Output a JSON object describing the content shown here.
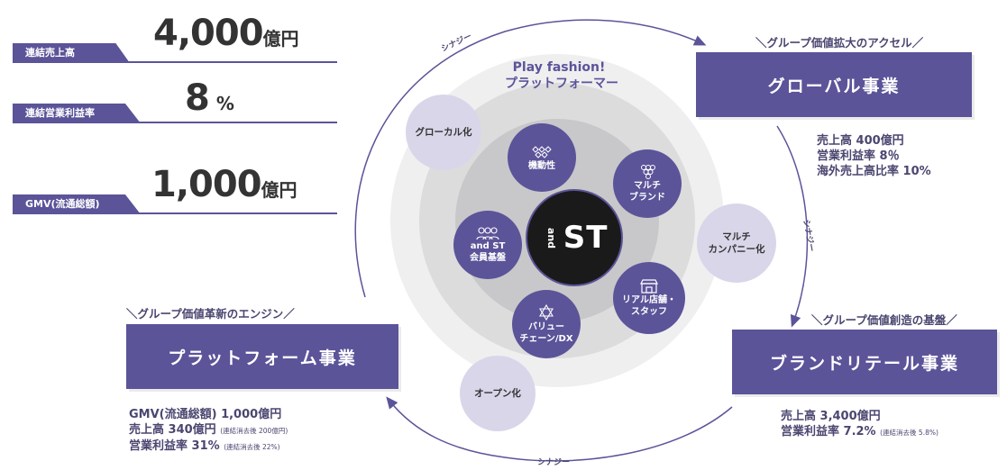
{
  "kpis": {
    "sales_label": "連結売上高",
    "sales_value": "4,000",
    "sales_unit": "億円",
    "margin_label": "連結営業利益率",
    "margin_value": "8",
    "margin_unit": "%",
    "gmv_label": "GMV(流通総額)",
    "gmv_value": "1,000",
    "gmv_unit": "億円"
  },
  "center": {
    "title_en": "Play fashion!",
    "title_jp": "プラットフォーマー",
    "logo_small": "and",
    "logo_big": "ST"
  },
  "inner_circles": {
    "mobility": "機動性",
    "multi_brand_1": "マルチ",
    "multi_brand_2": "ブランド",
    "real_store_1": "リアル店舗・",
    "real_store_2": "スタッフ",
    "value_chain_1": "バリュー",
    "value_chain_2": "チェーン/DX",
    "member_1": "and ST",
    "member_2": "会員基盤"
  },
  "outer_circles": {
    "glocal": "グローカル化",
    "multi_company_1": "マルチ",
    "multi_company_2": "カンパニー化",
    "open": "オープン化"
  },
  "synergy": "シナジー",
  "global": {
    "tagline": "＼グループ価値拡大のアクセル／",
    "title": "グローバル事業",
    "stat1": "売上高 400億円",
    "stat2": "営業利益率 8％",
    "stat3": "海外売上高比率 10%"
  },
  "platform": {
    "tagline": "＼グループ価値革新のエンジン／",
    "title": "プラットフォーム事業",
    "stat1": "GMV(流通総額) 1,000億円",
    "stat2": "売上高 340億円",
    "stat2_note": "(連結消去後 200億円)",
    "stat3": "営業利益率 31%",
    "stat3_note": "(連結消去後 22%)"
  },
  "brand": {
    "tagline": "＼グループ価値創造の基盤／",
    "title": "ブランドリテール事業",
    "stat1": "売上高 3,400億円",
    "stat2": "営業利益率 7.2%",
    "stat2_note": "(連結消去後 5.8%)"
  },
  "colors": {
    "accent": "#5b5499",
    "lavender": "#d9d6ea",
    "ring_outer": "#efeff0",
    "ring_mid": "#dcdcdd",
    "ring_inner": "#c8c8ca",
    "core": "#1a1a1a"
  },
  "icons": [
    "diamonds-icon",
    "grapes-icon",
    "store-icon",
    "star-of-david-icon",
    "people-icon"
  ]
}
